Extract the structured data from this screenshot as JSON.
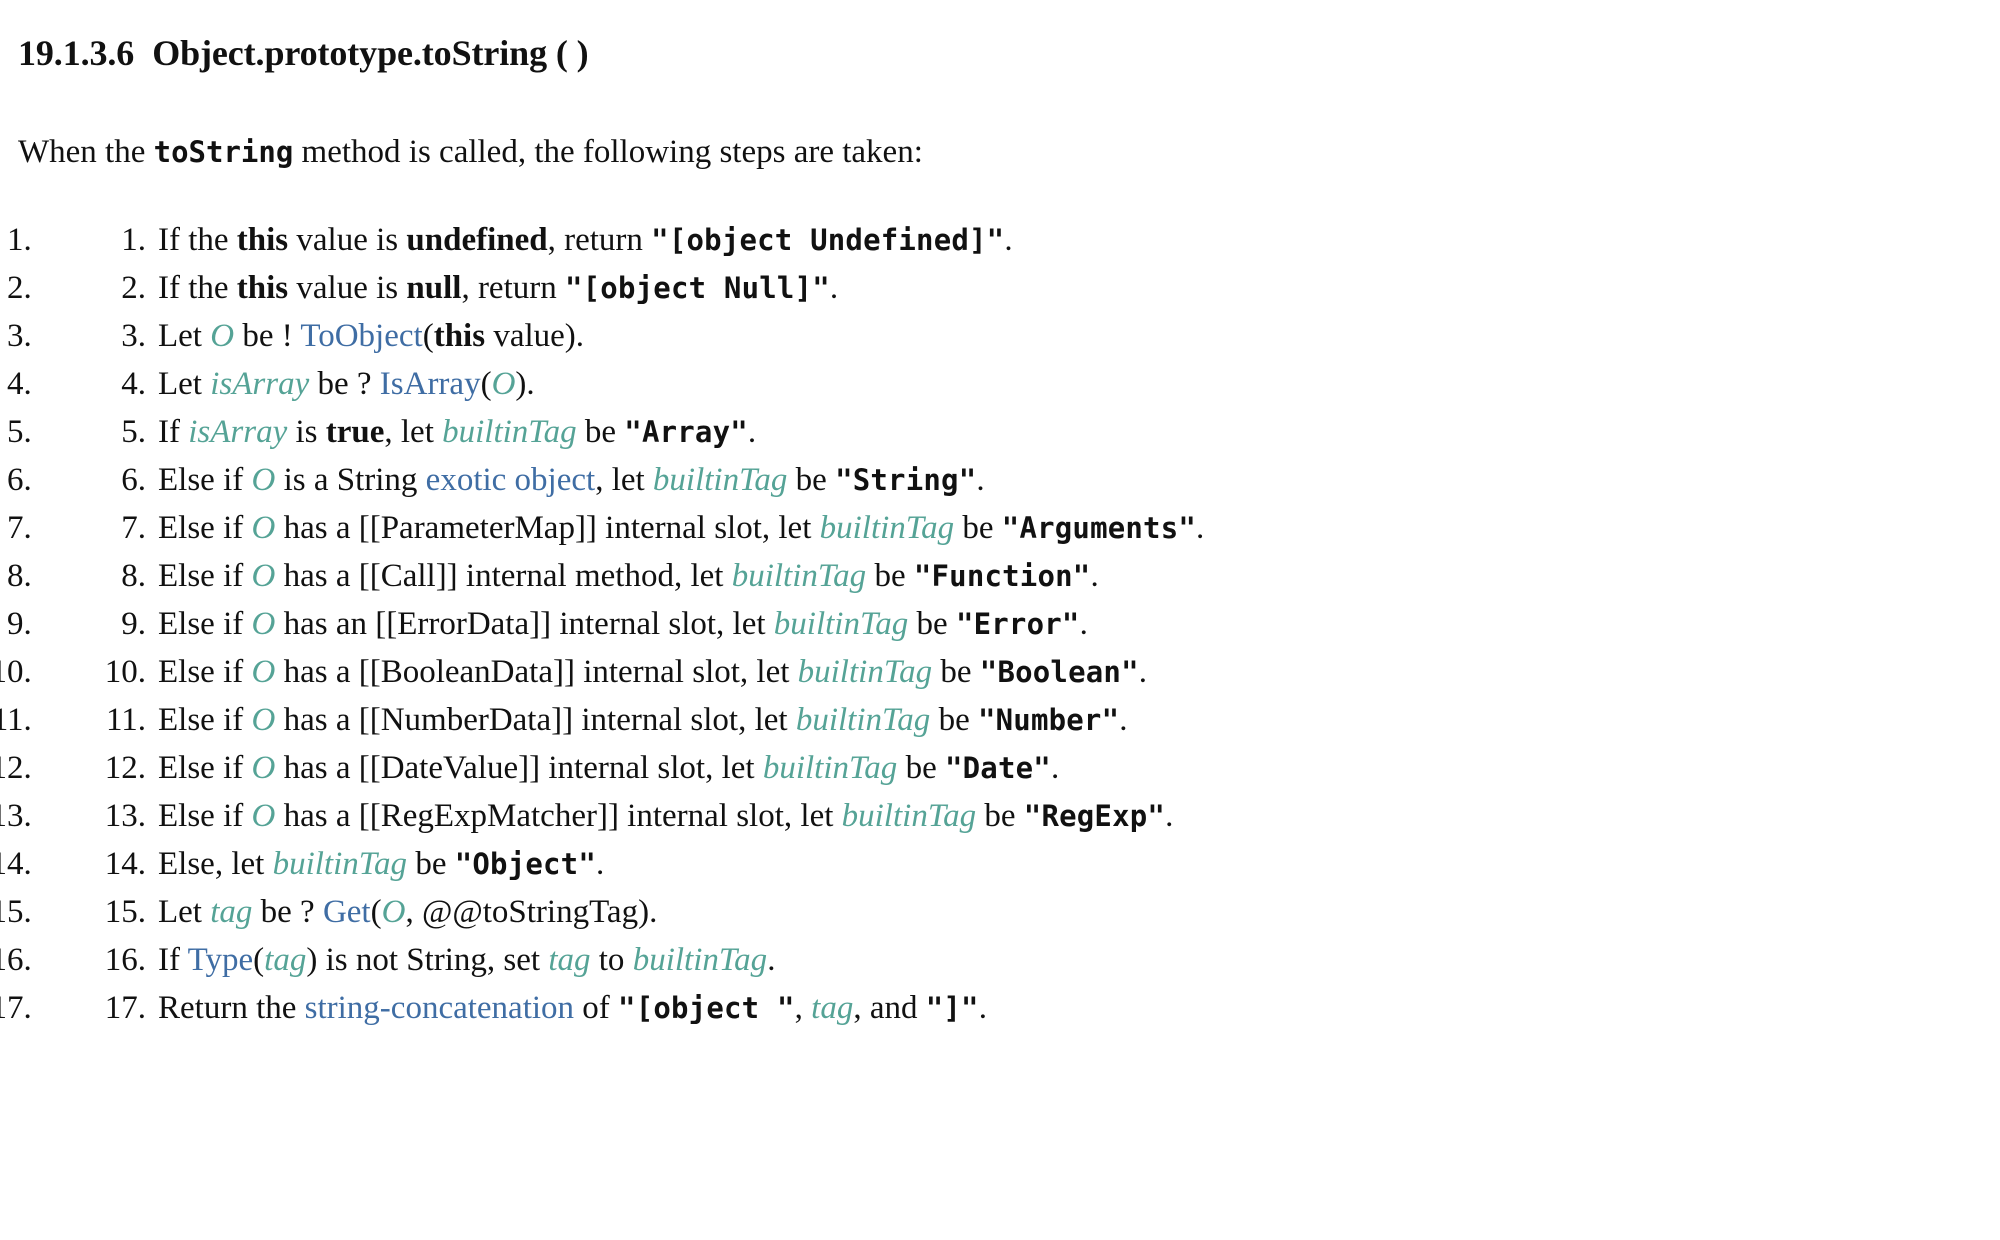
{
  "document": {
    "clause_number": "19.1.3.6",
    "clause_title": "Object.prototype.toString ( )",
    "intro": {
      "before": "When the ",
      "method": "toString",
      "after": " method is called, the following steps are taken:"
    },
    "colors": {
      "variable_teal": "#55a396",
      "link_blue": "#3f6da4",
      "text_black": "#111111",
      "background": "#ffffff"
    }
  },
  "steps": [
    {
      "number": "1.",
      "tokens": [
        {
          "kind": "plain",
          "text": "If the "
        },
        {
          "kind": "bold",
          "text": "this"
        },
        {
          "kind": "plain",
          "text": " value is "
        },
        {
          "kind": "bold",
          "text": "undefined"
        },
        {
          "kind": "plain",
          "text": ", return "
        },
        {
          "kind": "code",
          "text": "\"[object Undefined]\""
        },
        {
          "kind": "plain",
          "text": "."
        }
      ]
    },
    {
      "number": "2.",
      "tokens": [
        {
          "kind": "plain",
          "text": "If the "
        },
        {
          "kind": "bold",
          "text": "this"
        },
        {
          "kind": "plain",
          "text": " value is "
        },
        {
          "kind": "bold",
          "text": "null"
        },
        {
          "kind": "plain",
          "text": ", return "
        },
        {
          "kind": "code",
          "text": "\"[object Null]\""
        },
        {
          "kind": "plain",
          "text": "."
        }
      ]
    },
    {
      "number": "3.",
      "tokens": [
        {
          "kind": "plain",
          "text": "Let "
        },
        {
          "kind": "var",
          "text": "O"
        },
        {
          "kind": "plain",
          "text": " be ! "
        },
        {
          "kind": "link",
          "text": "ToObject"
        },
        {
          "kind": "plain",
          "text": "("
        },
        {
          "kind": "bold",
          "text": "this"
        },
        {
          "kind": "plain",
          "text": " value)."
        }
      ]
    },
    {
      "number": "4.",
      "tokens": [
        {
          "kind": "plain",
          "text": "Let "
        },
        {
          "kind": "var",
          "text": "isArray"
        },
        {
          "kind": "plain",
          "text": " be ? "
        },
        {
          "kind": "link",
          "text": "IsArray"
        },
        {
          "kind": "plain",
          "text": "("
        },
        {
          "kind": "var",
          "text": "O"
        },
        {
          "kind": "plain",
          "text": ")."
        }
      ]
    },
    {
      "number": "5.",
      "tokens": [
        {
          "kind": "plain",
          "text": "If "
        },
        {
          "kind": "var",
          "text": "isArray"
        },
        {
          "kind": "plain",
          "text": " is "
        },
        {
          "kind": "bold",
          "text": "true"
        },
        {
          "kind": "plain",
          "text": ", let "
        },
        {
          "kind": "var",
          "text": "builtinTag"
        },
        {
          "kind": "plain",
          "text": " be "
        },
        {
          "kind": "code",
          "text": "\"Array\""
        },
        {
          "kind": "plain",
          "text": "."
        }
      ]
    },
    {
      "number": "6.",
      "tokens": [
        {
          "kind": "plain",
          "text": "Else if "
        },
        {
          "kind": "var",
          "text": "O"
        },
        {
          "kind": "plain",
          "text": " is a String "
        },
        {
          "kind": "link",
          "text": "exotic object"
        },
        {
          "kind": "plain",
          "text": ", let "
        },
        {
          "kind": "var",
          "text": "builtinTag"
        },
        {
          "kind": "plain",
          "text": " be "
        },
        {
          "kind": "code",
          "text": "\"String\""
        },
        {
          "kind": "plain",
          "text": "."
        }
      ]
    },
    {
      "number": "7.",
      "tokens": [
        {
          "kind": "plain",
          "text": "Else if "
        },
        {
          "kind": "var",
          "text": "O"
        },
        {
          "kind": "plain",
          "text": " has a [[ParameterMap]] internal slot, let "
        },
        {
          "kind": "var",
          "text": "builtinTag"
        },
        {
          "kind": "plain",
          "text": " be "
        },
        {
          "kind": "code",
          "text": "\"Arguments\""
        },
        {
          "kind": "plain",
          "text": "."
        }
      ]
    },
    {
      "number": "8.",
      "tokens": [
        {
          "kind": "plain",
          "text": "Else if "
        },
        {
          "kind": "var",
          "text": "O"
        },
        {
          "kind": "plain",
          "text": " has a [[Call]] internal method, let "
        },
        {
          "kind": "var",
          "text": "builtinTag"
        },
        {
          "kind": "plain",
          "text": " be "
        },
        {
          "kind": "code",
          "text": "\"Function\""
        },
        {
          "kind": "plain",
          "text": "."
        }
      ]
    },
    {
      "number": "9.",
      "tokens": [
        {
          "kind": "plain",
          "text": "Else if "
        },
        {
          "kind": "var",
          "text": "O"
        },
        {
          "kind": "plain",
          "text": " has an [[ErrorData]] internal slot, let "
        },
        {
          "kind": "var",
          "text": "builtinTag"
        },
        {
          "kind": "plain",
          "text": " be "
        },
        {
          "kind": "code",
          "text": "\"Error\""
        },
        {
          "kind": "plain",
          "text": "."
        }
      ]
    },
    {
      "number": "10.",
      "tokens": [
        {
          "kind": "plain",
          "text": "Else if "
        },
        {
          "kind": "var",
          "text": "O"
        },
        {
          "kind": "plain",
          "text": " has a [[BooleanData]] internal slot, let "
        },
        {
          "kind": "var",
          "text": "builtinTag"
        },
        {
          "kind": "plain",
          "text": " be "
        },
        {
          "kind": "code",
          "text": "\"Boolean\""
        },
        {
          "kind": "plain",
          "text": "."
        }
      ]
    },
    {
      "number": "11.",
      "tokens": [
        {
          "kind": "plain",
          "text": "Else if "
        },
        {
          "kind": "var",
          "text": "O"
        },
        {
          "kind": "plain",
          "text": " has a [[NumberData]] internal slot, let "
        },
        {
          "kind": "var",
          "text": "builtinTag"
        },
        {
          "kind": "plain",
          "text": " be "
        },
        {
          "kind": "code",
          "text": "\"Number\""
        },
        {
          "kind": "plain",
          "text": "."
        }
      ]
    },
    {
      "number": "12.",
      "tokens": [
        {
          "kind": "plain",
          "text": "Else if "
        },
        {
          "kind": "var",
          "text": "O"
        },
        {
          "kind": "plain",
          "text": " has a [[DateValue]] internal slot, let "
        },
        {
          "kind": "var",
          "text": "builtinTag"
        },
        {
          "kind": "plain",
          "text": " be "
        },
        {
          "kind": "code",
          "text": "\"Date\""
        },
        {
          "kind": "plain",
          "text": "."
        }
      ]
    },
    {
      "number": "13.",
      "tokens": [
        {
          "kind": "plain",
          "text": "Else if "
        },
        {
          "kind": "var",
          "text": "O"
        },
        {
          "kind": "plain",
          "text": " has a [[RegExpMatcher]] internal slot, let "
        },
        {
          "kind": "var",
          "text": "builtinTag"
        },
        {
          "kind": "plain",
          "text": " be "
        },
        {
          "kind": "code",
          "text": "\"RegExp\""
        },
        {
          "kind": "plain",
          "text": "."
        }
      ]
    },
    {
      "number": "14.",
      "tokens": [
        {
          "kind": "plain",
          "text": "Else, let "
        },
        {
          "kind": "var",
          "text": "builtinTag"
        },
        {
          "kind": "plain",
          "text": " be "
        },
        {
          "kind": "code",
          "text": "\"Object\""
        },
        {
          "kind": "plain",
          "text": "."
        }
      ]
    },
    {
      "number": "15.",
      "tokens": [
        {
          "kind": "plain",
          "text": "Let "
        },
        {
          "kind": "var",
          "text": "tag"
        },
        {
          "kind": "plain",
          "text": " be ? "
        },
        {
          "kind": "link",
          "text": "Get"
        },
        {
          "kind": "plain",
          "text": "("
        },
        {
          "kind": "var",
          "text": "O"
        },
        {
          "kind": "plain",
          "text": ", @@toStringTag)."
        }
      ]
    },
    {
      "number": "16.",
      "tokens": [
        {
          "kind": "plain",
          "text": "If "
        },
        {
          "kind": "link",
          "text": "Type"
        },
        {
          "kind": "plain",
          "text": "("
        },
        {
          "kind": "var",
          "text": "tag"
        },
        {
          "kind": "plain",
          "text": ") is not String, set "
        },
        {
          "kind": "var",
          "text": "tag"
        },
        {
          "kind": "plain",
          "text": " to "
        },
        {
          "kind": "var",
          "text": "builtinTag"
        },
        {
          "kind": "plain",
          "text": "."
        }
      ]
    },
    {
      "number": "17.",
      "tokens": [
        {
          "kind": "plain",
          "text": "Return the "
        },
        {
          "kind": "link",
          "text": "string-concatenation"
        },
        {
          "kind": "plain",
          "text": " of "
        },
        {
          "kind": "code",
          "text": "\"[object \""
        },
        {
          "kind": "plain",
          "text": ", "
        },
        {
          "kind": "var",
          "text": "tag"
        },
        {
          "kind": "plain",
          "text": ", and "
        },
        {
          "kind": "code",
          "text": "\"]\""
        },
        {
          "kind": "plain",
          "text": "."
        }
      ]
    }
  ]
}
